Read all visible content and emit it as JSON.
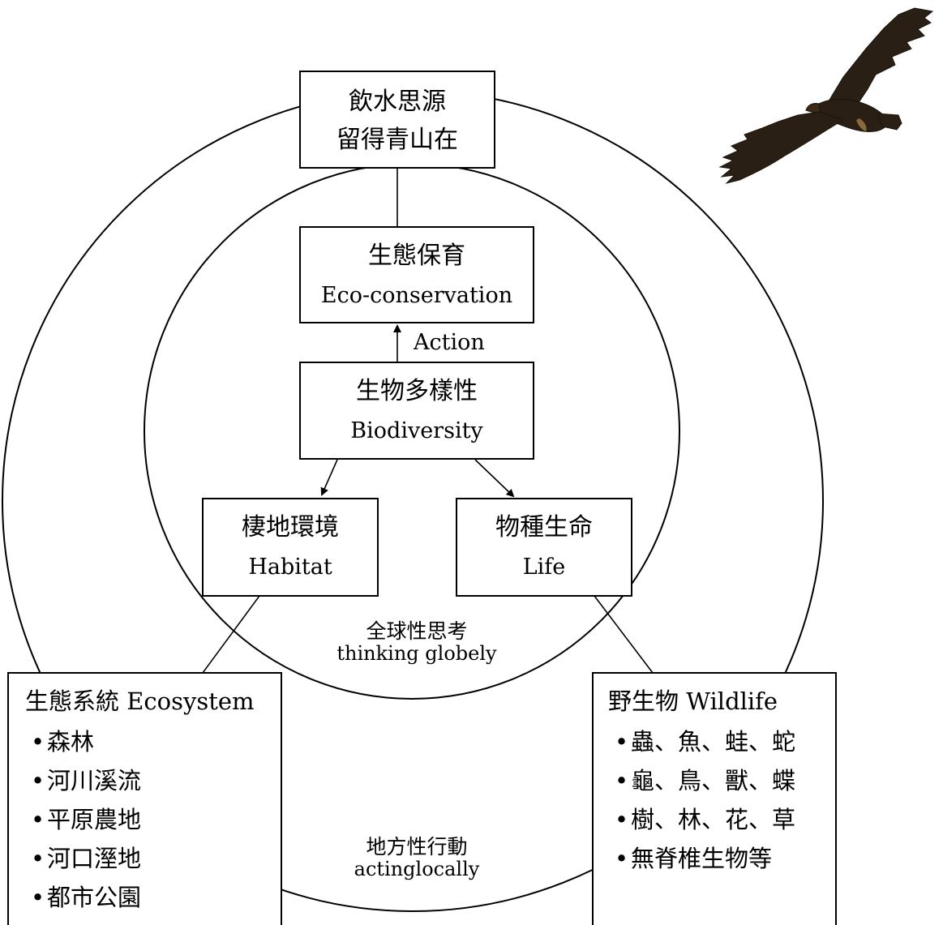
{
  "top_box": {
    "line1": "飲水思源",
    "line2": "留得青山在"
  },
  "conservation_box": {
    "zh": "生態保育",
    "en": "Eco-conservation"
  },
  "action_label": "Action",
  "biodiversity_box": {
    "zh": "生物多樣性",
    "en": "Biodiversity"
  },
  "habitat_box": {
    "zh": "棲地環境",
    "en": "Habitat"
  },
  "life_box": {
    "zh": "物種生命",
    "en": "Life"
  },
  "global_caption": {
    "zh": "全球性思考",
    "en": "thinking globely"
  },
  "local_caption": {
    "zh": "地方性行動",
    "en": "actinglocally"
  },
  "ecosystem_box": {
    "title": "生態系統 Ecosystem",
    "items": [
      "森林",
      "河川溪流",
      "平原農地",
      "河口溼地",
      "都市公園"
    ]
  },
  "wildlife_box": {
    "title": "野生物 Wildlife",
    "items": [
      "蟲、魚、蛙、蛇",
      "龜、鳥、獸、蝶",
      "樹、林、花、草",
      "無脊椎生物等"
    ]
  },
  "bullet": "•",
  "icons": {
    "eagle": "eagle-icon"
  }
}
